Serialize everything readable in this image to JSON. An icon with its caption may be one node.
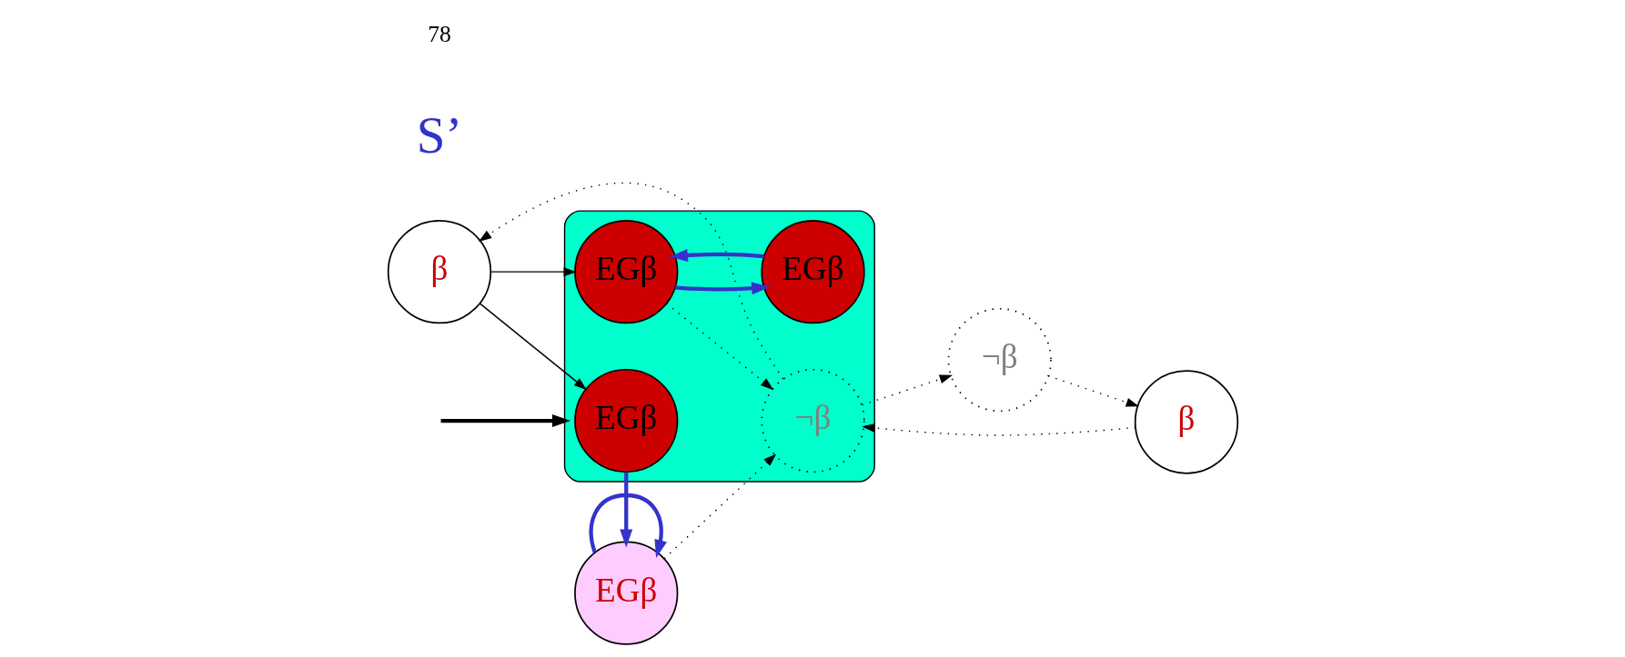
{
  "diagram": {
    "nodes": [
      {
        "text": [],
        "shape": "ellipse"
      },
      {
        "text": [
          "β"
        ]
      },
      {
        "text": [
          "EGβ"
        ],
        "in": 0
      },
      {
        "text": [
          "EGβ"
        ]
      },
      {
        "text": [
          "¬β"
        ],
        "in": 0
      },
      {
        "text": [
          "¬β"
        ]
      },
      {
        "text": [
          "β"
        ]
      },
      {
        "text": [
          "EGβ"
        ],
        "in": 0
      },
      {
        "text": [
          "EGβ"
        ],
        "in": 0
      }
    ],
    "edges": [
      {
        "from": null,
        "to": 0,
        "arrow": "to",
        "style": "thick"
      },
      {
        "from": 1,
        "to": 2,
        "arrow": "to"
      },
      {
        "from": 1,
        "to": 7,
        "arrow": "to"
      },
      {
        "from": 2,
        "to": 3,
        "arrow": "to",
        "style": "thick",
        "color": "#3333cc"
      },
      {
        "from": 3,
        "to": 3,
        "arrow": "to",
        "style": "thick",
        "color": "#3333cc"
      },
      {
        "from": 3,
        "to": 4,
        "arrow": "to",
        "style": "dashed"
      },
      {
        "from": 4,
        "to": 1,
        "arrow": "to",
        "style": "dashed"
      },
      {
        "from": 4,
        "to": 5,
        "arrow": "to",
        "style": "dashed"
      },
      {
        "from": 5,
        "to": 6,
        "arrow": "to",
        "style": "dashed"
      },
      {
        "from": 6,
        "to": 4,
        "arrow": "to",
        "style": "dashed"
      },
      {
        "from": 7,
        "to": 4,
        "arrow": "to",
        "style": "dashed"
      },
      {
        "from": 7,
        "to": 8,
        "arrow": "to",
        "style": "thick",
        "color": "#3333cc"
      },
      {
        "from": 8,
        "to": 7,
        "arrow": "to",
        "style": "thick",
        "color": "#3333cc"
      }
    ],
    "labels": [
      "S’",
      "78"
    ]
  }
}
